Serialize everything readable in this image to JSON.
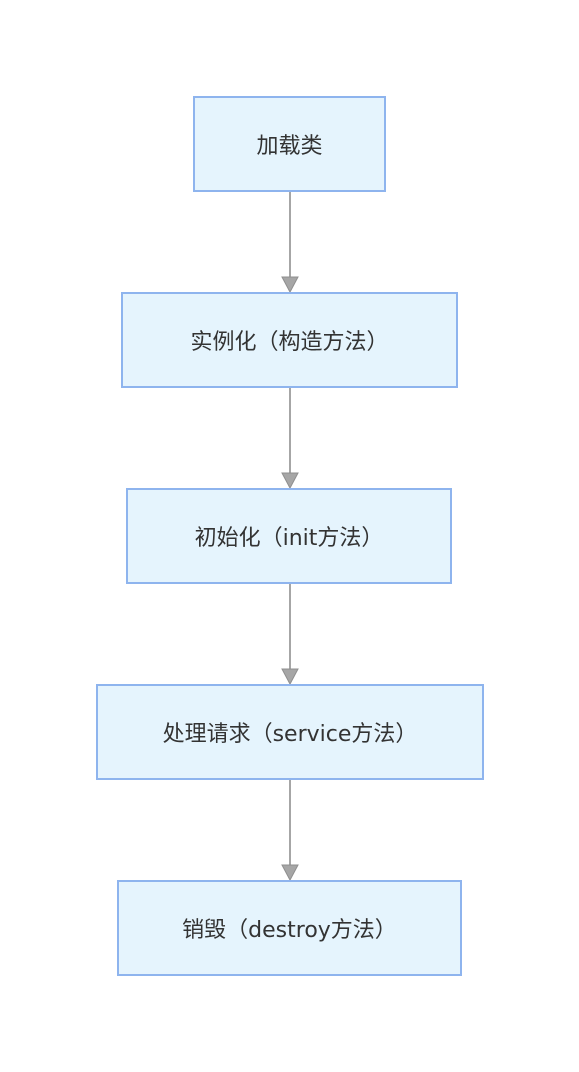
{
  "flowchart": {
    "nodes": [
      {
        "id": "n1",
        "label": "加载类"
      },
      {
        "id": "n2",
        "label": "实例化（构造方法）"
      },
      {
        "id": "n3",
        "label": "初始化（init方法）"
      },
      {
        "id": "n4",
        "label": "处理请求（service方法）"
      },
      {
        "id": "n5",
        "label": "销毁（destroy方法）"
      }
    ],
    "edges": [
      {
        "from": "n1",
        "to": "n2"
      },
      {
        "from": "n2",
        "to": "n3"
      },
      {
        "from": "n3",
        "to": "n4"
      },
      {
        "from": "n4",
        "to": "n5"
      }
    ],
    "colors": {
      "node_fill": "#e5f4fd",
      "node_border": "#8eb4ee",
      "edge": "#a6a6a6",
      "text": "#333333"
    }
  }
}
